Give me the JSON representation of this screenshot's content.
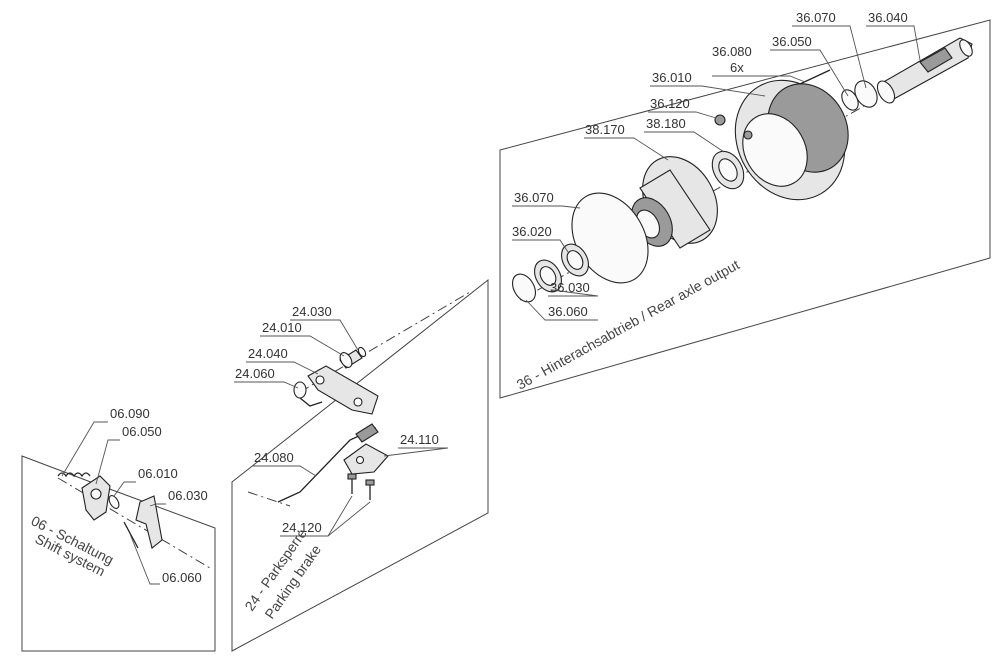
{
  "groups": [
    {
      "id": "06",
      "title_de": "06 - Schaltung",
      "title_en": "Shift system"
    },
    {
      "id": "24",
      "title_de": "24 - Parksperre",
      "title_en": "Parking brake"
    },
    {
      "id": "36",
      "title": "36 - Hinterachsabtrieb / Rear axle output"
    }
  ],
  "parts": {
    "p06_090": "06.090",
    "p06_050": "06.050",
    "p06_010": "06.010",
    "p06_030": "06.030",
    "p06_060": "06.060",
    "p24_030": "24.030",
    "p24_010": "24.010",
    "p24_040": "24.040",
    "p24_060": "24.060",
    "p24_080": "24.080",
    "p24_110": "24.110",
    "p24_120": "24.120",
    "p36_070a": "36.070",
    "p36_040": "36.040",
    "p36_050": "36.050",
    "p36_080": "36.080",
    "p36_080_qty": "6x",
    "p36_010": "36.010",
    "p36_120": "36.120",
    "p38_170": "38.170",
    "p38_180": "38.180",
    "p36_070b": "36.070",
    "p36_020": "36.020",
    "p36_030": "36.030",
    "p36_060": "36.060"
  }
}
